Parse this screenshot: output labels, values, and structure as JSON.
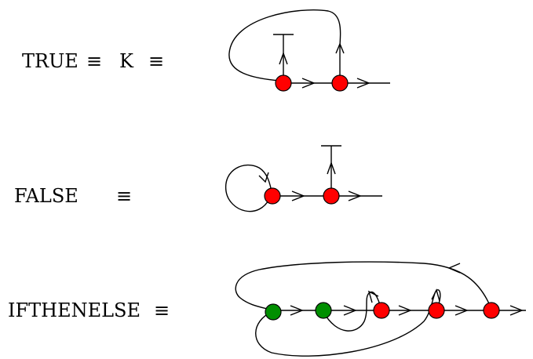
{
  "rows": [
    {
      "id": "true",
      "label": "TRUE",
      "middle": "K",
      "equiv_symbol": "≡"
    },
    {
      "id": "false",
      "label": "FALSE",
      "equiv_symbol": "≡"
    },
    {
      "id": "ifthenelse",
      "label": "IFTHENELSE",
      "equiv_symbol": "≡"
    }
  ],
  "colors": {
    "red_node": "#ff0000",
    "green_node": "#008f00",
    "line": "#000000"
  },
  "node_colors_by_row": {
    "true": [
      "red",
      "red"
    ],
    "false": [
      "red",
      "red"
    ],
    "ifthenelse": [
      "green",
      "green",
      "red",
      "red",
      "red"
    ]
  }
}
